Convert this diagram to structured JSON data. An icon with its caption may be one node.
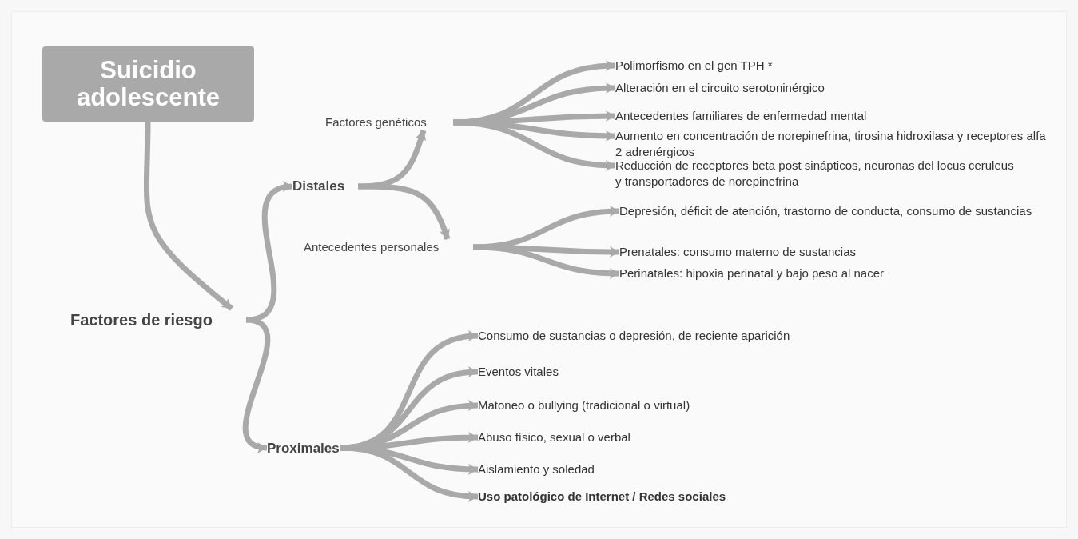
{
  "diagram": {
    "nodes": [
      {
        "text": [
          "Suicidio adolescente"
        ]
      },
      {
        "text": [
          "Factores de riesgo"
        ]
      },
      {
        "text": [
          "Distales"
        ]
      },
      {
        "text": [
          "Factores genéticos"
        ]
      },
      {
        "text": [
          "Polimorfismo en el gen TPH *"
        ]
      },
      {
        "text": [
          "Alteración en el circuito serotoninérgico"
        ]
      },
      {
        "text": [
          "Antecedentes familiares de enfermedad mental"
        ]
      },
      {
        "text": [
          "Aumento en concentración de norepinefrina, tirosina hidroxilasa y receptores alfa 2 adrenérgicos"
        ]
      },
      {
        "text": [
          "Reducción de receptores beta post sinápticos, neuronas del locus ceruleus y transportadores de norepinefrina"
        ]
      },
      {
        "text": [
          "Antecedentes personales"
        ]
      },
      {
        "text": [
          "Depresión, déficit de atención, trastorno de conducta, consumo de sustancias"
        ]
      },
      {
        "text": [
          "Prenatales: consumo materno de sustancias"
        ]
      },
      {
        "text": [
          "Perinatales: hipoxia perinatal y bajo peso al nacer"
        ]
      },
      {
        "text": [
          "Proximales"
        ]
      },
      {
        "text": [
          "Consumo de sustancias o depresión, de reciente aparición"
        ]
      },
      {
        "text": [
          "Eventos vitales"
        ]
      },
      {
        "text": [
          "Matoneo o bullying (tradicional o virtual)"
        ]
      },
      {
        "text": [
          "Abuso físico, sexual o verbal"
        ]
      },
      {
        "text": [
          "Aislamiento y soledad"
        ]
      },
      {
        "text": [
          "Uso patológico de Internet / Redes sociales"
        ]
      }
    ],
    "edges": [
      {
        "from": 0,
        "to": 1,
        "arrow": "to"
      },
      {
        "from": 1,
        "to": 2,
        "arrow": "to"
      },
      {
        "from": 1,
        "to": 13,
        "arrow": "to"
      },
      {
        "from": 2,
        "to": 3,
        "arrow": "to"
      },
      {
        "from": 2,
        "to": 9,
        "arrow": "to"
      },
      {
        "from": 3,
        "to": 4,
        "arrow": "to"
      },
      {
        "from": 3,
        "to": 5,
        "arrow": "to"
      },
      {
        "from": 3,
        "to": 6,
        "arrow": "to"
      },
      {
        "from": 3,
        "to": 7,
        "arrow": "to"
      },
      {
        "from": 3,
        "to": 8,
        "arrow": "to"
      },
      {
        "from": 9,
        "to": 10,
        "arrow": "to"
      },
      {
        "from": 9,
        "to": 11,
        "arrow": "to"
      },
      {
        "from": 9,
        "to": 12,
        "arrow": "to"
      },
      {
        "from": 13,
        "to": 14,
        "arrow": "to"
      },
      {
        "from": 13,
        "to": 15,
        "arrow": "to"
      },
      {
        "from": 13,
        "to": 16,
        "arrow": "to"
      },
      {
        "from": 13,
        "to": 17,
        "arrow": "to"
      },
      {
        "from": 13,
        "to": 18,
        "arrow": "to"
      },
      {
        "from": 13,
        "to": 19,
        "arrow": "to"
      }
    ]
  }
}
